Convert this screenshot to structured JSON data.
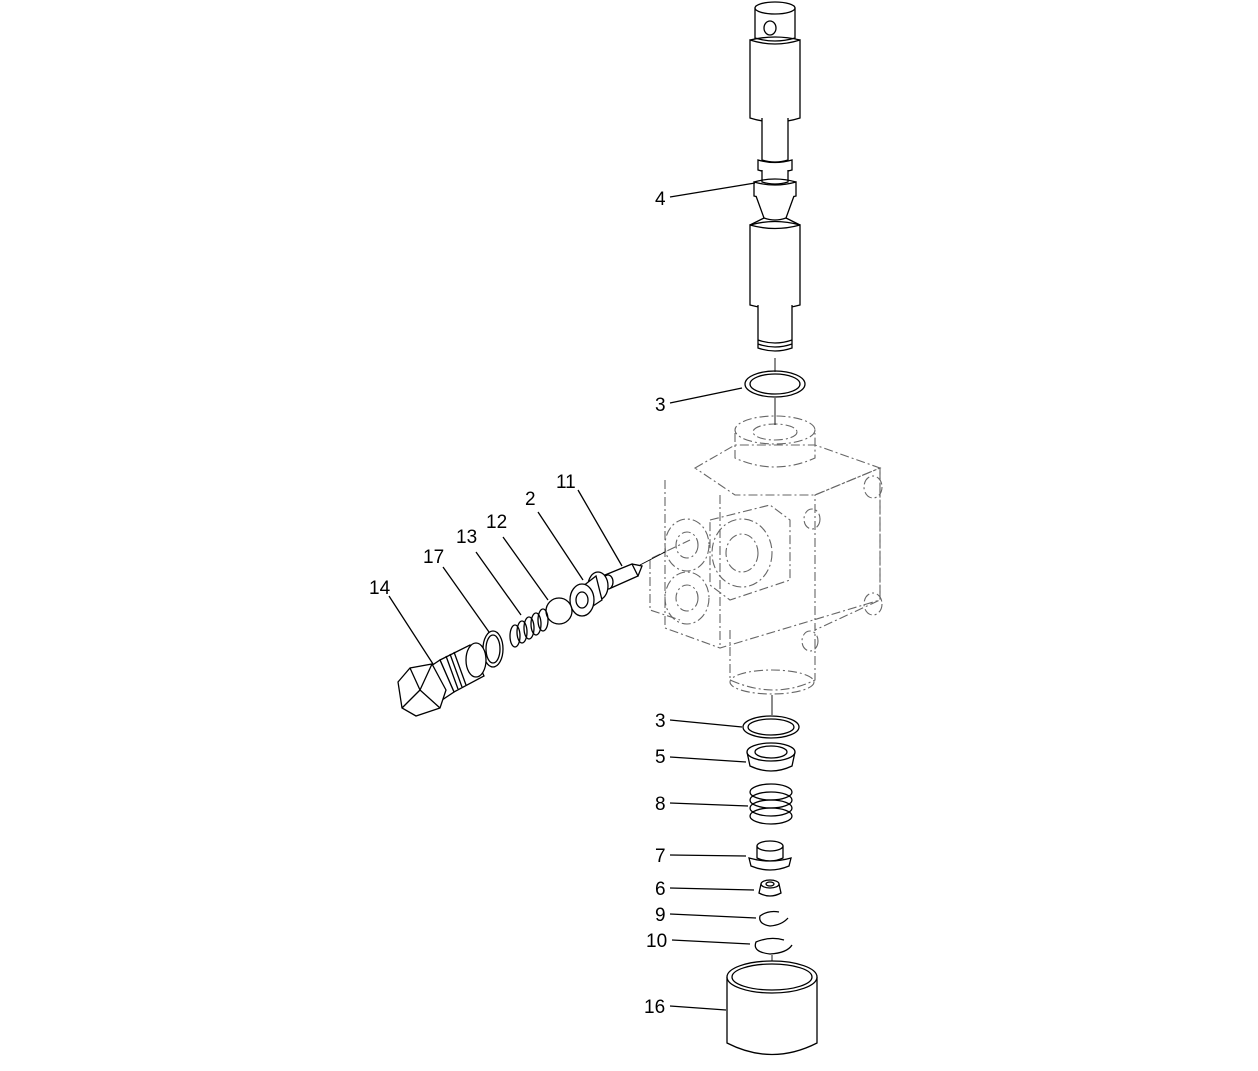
{
  "callouts": {
    "part_4": "4",
    "part_3_top": "3",
    "part_11": "11",
    "part_2": "2",
    "part_12": "12",
    "part_13": "13",
    "part_17": "17",
    "part_14": "14",
    "part_3_bottom": "3",
    "part_5": "5",
    "part_8": "8",
    "part_7": "7",
    "part_6": "6",
    "part_9": "9",
    "part_10": "10",
    "part_16": "16"
  }
}
